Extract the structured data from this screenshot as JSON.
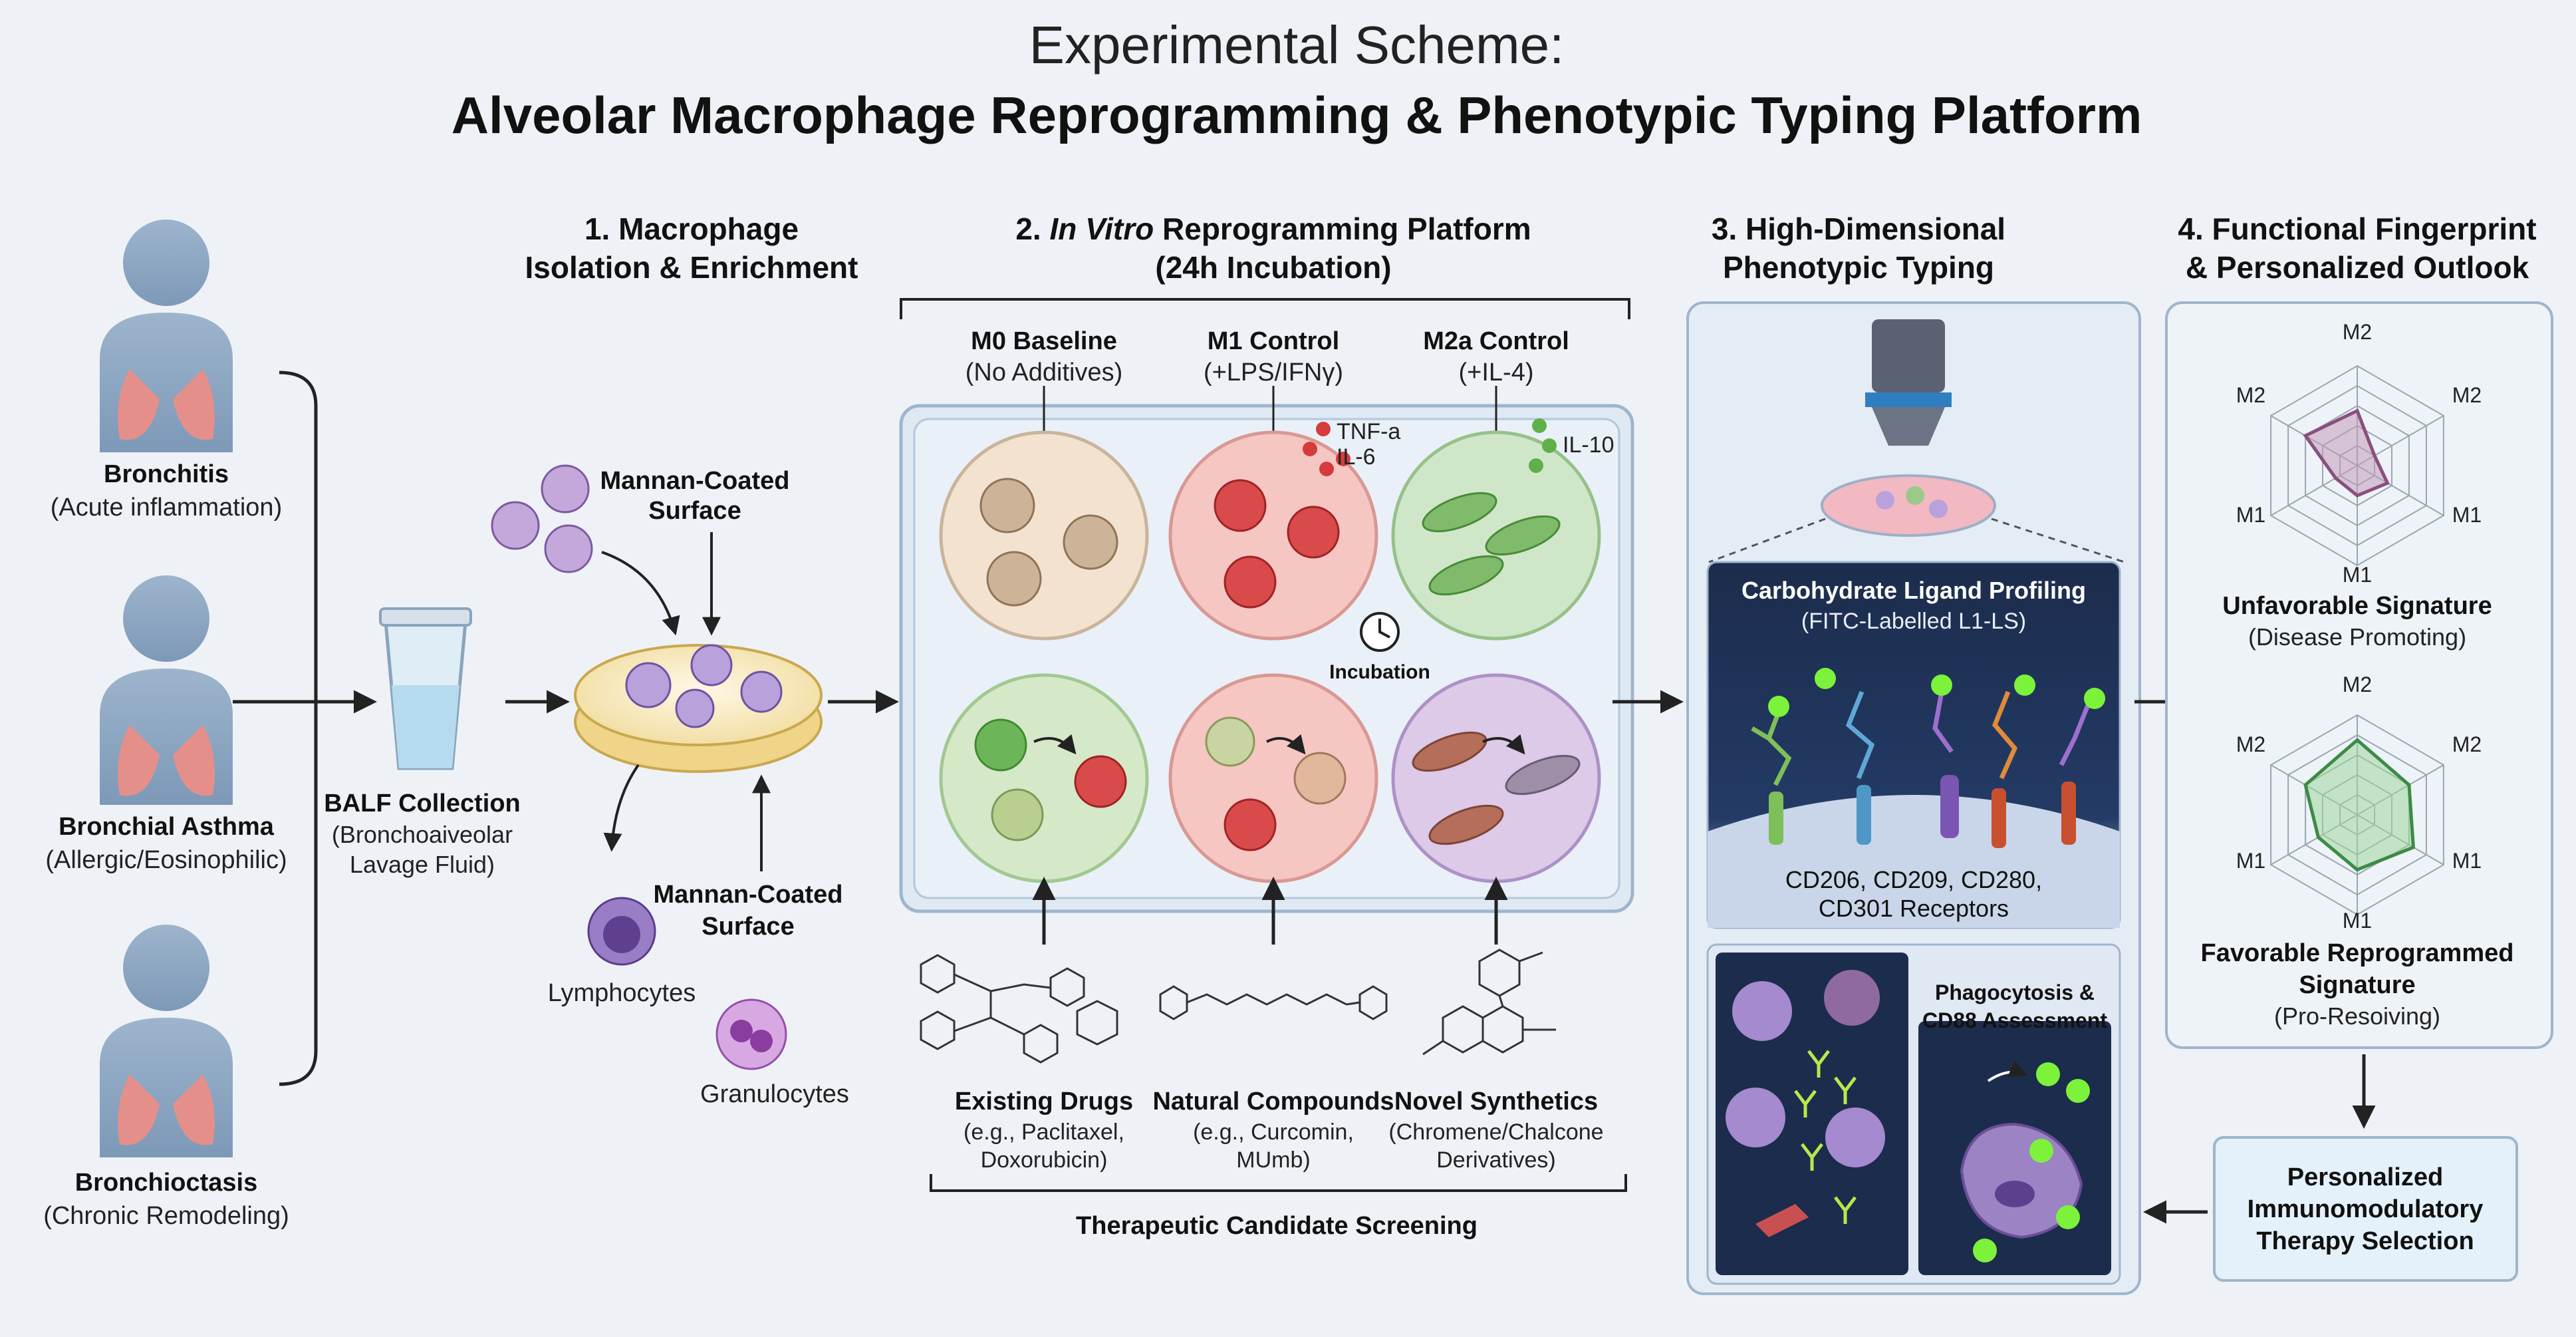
{
  "title": {
    "line1": "Experimental Scheme:",
    "line2": "Alveolar Macrophage Reprogramming & Phenotypic Typing Platform"
  },
  "patients": [
    {
      "name": "Bronchitis",
      "desc": "(Acute inflammation)"
    },
    {
      "name": "Bronchial Asthma",
      "desc": "(Allergic/Eosinophilic)"
    },
    {
      "name": "Bronchioctasis",
      "desc": "(Chronic Remodeling)"
    }
  ],
  "balf": {
    "title": "BALF Collection",
    "desc1": "(Bronchoaiveolar",
    "desc2": "Lavage Fluid)"
  },
  "step1": {
    "heading1": "1. Macrophage",
    "heading2": "Isolation & Enrichment",
    "mannan_top1": "Mannan-Coated",
    "mannan_top2": "Surface",
    "mannan_bottom1": "Mannan-Coated",
    "mannan_bottom2": "Surface",
    "lymphocytes": "Lymphocytes",
    "granulocytes": "Granulocytes"
  },
  "step2": {
    "heading_prefix": "2. ",
    "heading_italic": "In Vitro",
    "heading_rest": " Reprogramming Platform",
    "heading_line2": "(24h Incubation)",
    "m0_title": "M0 Baseline",
    "m0_sub": "(No Additives)",
    "m1_title": "M1 Control",
    "m1_sub": "(+LPS/IFNγ)",
    "m2_title": "M2a Control",
    "m2_sub": "(+IL-4)",
    "tnf": "TNF-a",
    "il6": "IL-6",
    "il10": "IL-10",
    "incubation": "Incubation",
    "drugs_title": "Existing Drugs",
    "drugs_1": "(e.g., Paclitaxel,",
    "drugs_2": "Doxorubicin)",
    "natural_title": "Natural Compounds",
    "natural_1": "(e.g., Curcomin,",
    "natural_2": "MUmb)",
    "synth_title": "Novel Synthetics",
    "synth_1": "(Chromene/Chalcone",
    "synth_2": "Derivatives)",
    "screening": "Therapeutic Candidate Screening"
  },
  "step3": {
    "heading1": "3. High-Dimensional",
    "heading2": "Phenotypic Typing",
    "ligand_title": "Carbohydrate Ligand Profiling",
    "ligand_sub": "(FITC-Labelled L1-LS)",
    "receptors1": "CD206, CD209, CD280,",
    "receptors2": "CD301 Receptors",
    "phago1": "Phagocytosis &",
    "phago2": "CD88 Assessment"
  },
  "step4": {
    "heading1": "4. Functional Fingerprint",
    "heading2": "& Personalized Outlook",
    "radar_labels": {
      "top": "M2",
      "left_up": "M2",
      "right_up": "M2",
      "left_down": "M1",
      "right_down": "M1",
      "bottom": "M1"
    },
    "unfav_title": "Unfavorable Signature",
    "unfav_sub": "(Disease Promoting)",
    "fav_title1": "Favorable Reprogrammed",
    "fav_title2": "Signature",
    "fav_sub": "(Pro-Resoiving)",
    "therapy1": "Personalized",
    "therapy2": "Immunomodulatory",
    "therapy3": "Therapy Selection"
  },
  "radar_unfavorable": [
    0.55,
    0.2,
    0.35,
    0.3,
    0.25,
    0.6
  ],
  "radar_favorable": [
    0.75,
    0.6,
    0.65,
    0.55,
    0.45,
    0.6
  ],
  "colors": {
    "m0": "#f3e2cf",
    "m1": "#f6c6c3",
    "m2": "#cfe7c8",
    "m2b": "#ddc9e8",
    "radar_unfav": "#8a4f7d",
    "radar_fav": "#3c8b46",
    "dark_panel": "#1c2c4c",
    "fitc": "#7cf23a"
  }
}
